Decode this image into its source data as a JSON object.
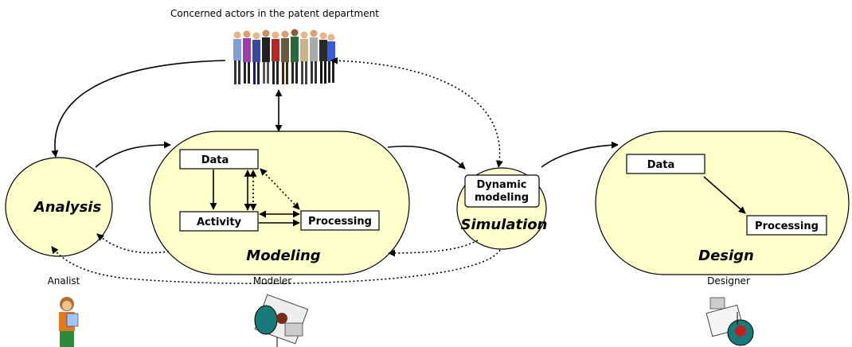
{
  "caption_top": "Concerned actors in the patent department",
  "colors": {
    "ellipse_fill": "#ffffcc",
    "box_fill": "#ffffff",
    "stroke": "#000000"
  },
  "phases": {
    "analysis": "Analysis",
    "modeling": "Modeling",
    "simulation": "Simulation",
    "design": "Design"
  },
  "modeling_boxes": {
    "data": "Data",
    "activity": "Activity",
    "processing": "Processing"
  },
  "simulation_box": {
    "line1": "Dynamic",
    "line2": "modeling"
  },
  "design_boxes": {
    "data": "Data",
    "processing": "Processing"
  },
  "roles": {
    "analyst": "Analist",
    "modeler": "Modeler",
    "designer": "Designer"
  },
  "icons": [
    "group-of-people-icon",
    "analyst-person-icon",
    "modeler-at-desk-icon",
    "designer-at-desk-icon"
  ]
}
